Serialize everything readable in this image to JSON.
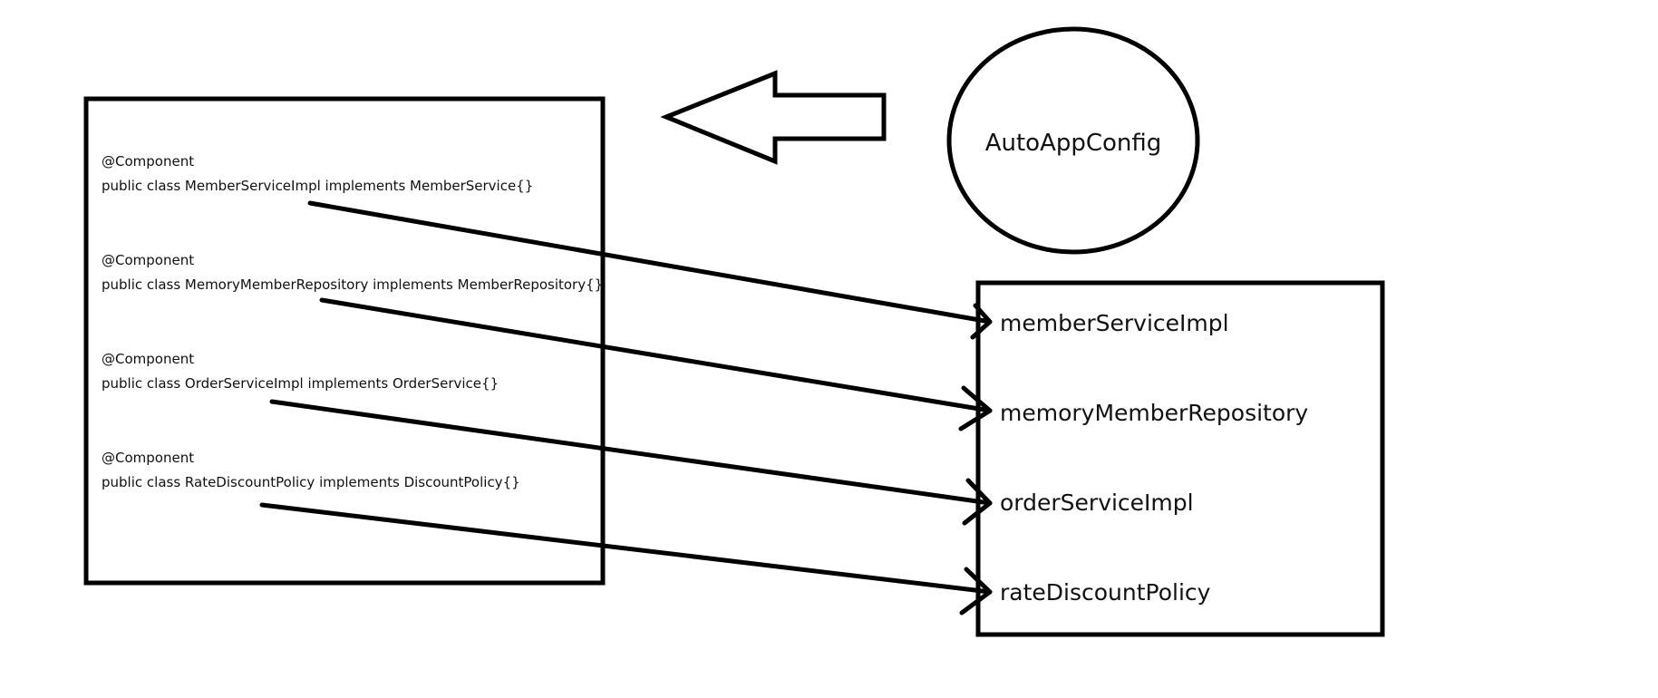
{
  "config": {
    "label": "AutoAppConfig"
  },
  "components": [
    {
      "annotation": "@Component",
      "declaration": "public class MemberServiceImpl implements MemberService{}"
    },
    {
      "annotation": "@Component",
      "declaration": "public class MemoryMemberRepository implements MemberRepository{}"
    },
    {
      "annotation": "@Component",
      "declaration": "public class OrderServiceImpl implements OrderService{}"
    },
    {
      "annotation": "@Component",
      "declaration": "public class RateDiscountPolicy implements DiscountPolicy{}"
    }
  ],
  "beans": [
    {
      "name": "memberServiceImpl"
    },
    {
      "name": "memoryMemberRepository"
    },
    {
      "name": "orderServiceImpl"
    },
    {
      "name": "rateDiscountPolicy"
    }
  ],
  "colors": {
    "stroke": "#000000",
    "text": "#111111",
    "background": "#ffffff"
  }
}
